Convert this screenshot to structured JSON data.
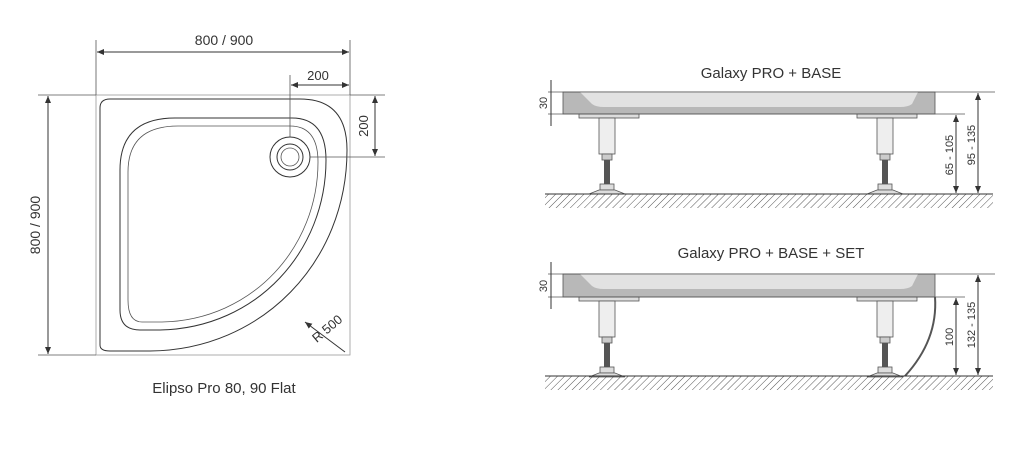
{
  "plan_view": {
    "width_label": "800 / 900",
    "depth_label": "800 / 900",
    "drain_offset_x_label": "200",
    "drain_offset_y_label": "200",
    "radius_label": "R 500",
    "caption": "Elipso Pro 80, 90 Flat"
  },
  "side_view_base": {
    "title": "Galaxy PRO + BASE",
    "tray_height_label": "30",
    "leg_height_label": "65 - 105",
    "total_height_label": "95 - 135"
  },
  "side_view_set": {
    "title": "Galaxy PRO + BASE + SET",
    "tray_height_label": "30",
    "leg_height_label": "100",
    "total_height_label": "132 - 135"
  },
  "colors": {
    "line": "#333333",
    "tray_fill": "#b8b8b8",
    "tray_inner": "#e2e2e2"
  }
}
